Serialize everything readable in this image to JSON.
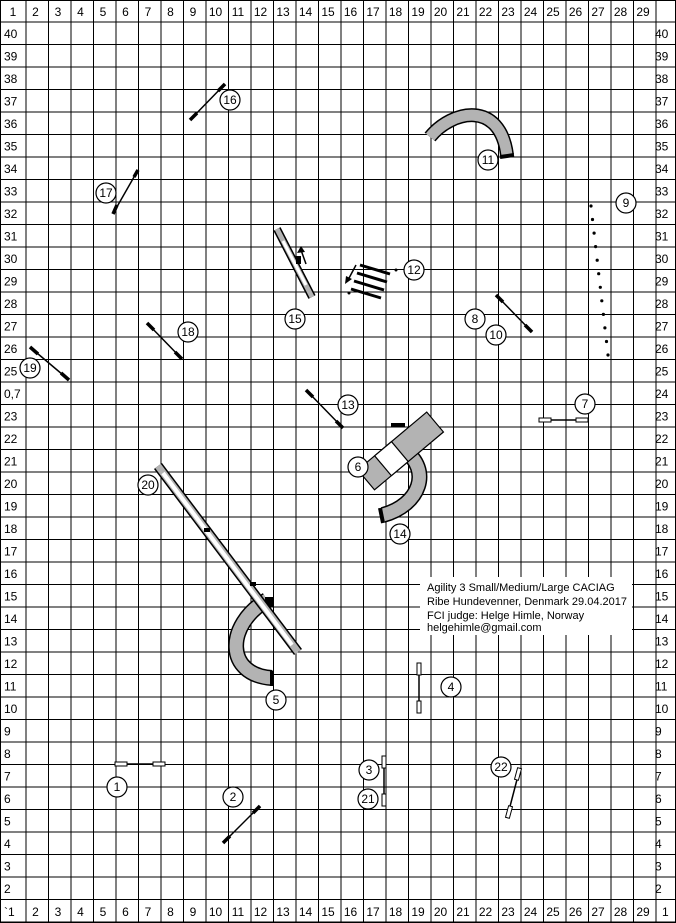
{
  "x_axis_labels": [
    "1",
    "2",
    "3",
    "4",
    "5",
    "6",
    "7",
    "8",
    "9",
    "10",
    "11",
    "12",
    "13",
    "14",
    "15",
    "16",
    "17",
    "18",
    "19",
    "20",
    "21",
    "22",
    "23",
    "24",
    "25",
    "26",
    "27",
    "28",
    "29"
  ],
  "y_axis_labels_left": [
    "40",
    "39",
    "38",
    "37",
    "36",
    "35",
    "34",
    "33",
    "32",
    "31",
    "30",
    "29",
    "28",
    "27",
    "26",
    "25",
    "0,7",
    "23",
    "22",
    "21",
    "20",
    "19",
    "18",
    "17",
    "16",
    "15",
    "14",
    "13",
    "12",
    "11",
    "10",
    "9",
    "8",
    "7",
    "6",
    "5",
    "4",
    "3",
    "2"
  ],
  "y_axis_labels_right": [
    "40",
    "39",
    "38",
    "37",
    "36",
    "35",
    "34",
    "33",
    "32",
    "31",
    "30",
    "29",
    "28",
    "27",
    "26",
    "25",
    "24",
    "23",
    "22",
    "21",
    "20",
    "19",
    "18",
    "17",
    "16",
    "15",
    "14",
    "13",
    "12",
    "11",
    "10",
    "9",
    "8",
    "7",
    "6",
    "5",
    "4",
    "3",
    "2"
  ],
  "bottom_corner_left": "`1",
  "bottom_corner_right": "1",
  "info_box": {
    "line1": "Agility 3 Small/Medium/Large CACIAG",
    "line2": "Ribe Hundevenner, Denmark 29.04.2017",
    "line3": "FCI judge: Helge Himle, Norway",
    "line4": "helgehimle@gmail.com"
  },
  "obstacle_numbers": [
    "1",
    "2",
    "3",
    "4",
    "5",
    "6",
    "7",
    "8",
    "9",
    "10",
    "11",
    "12",
    "13",
    "14",
    "15",
    "16",
    "17",
    "18",
    "19",
    "20",
    "21",
    "22"
  ],
  "colors": {
    "grid": "#000000",
    "tunnel": "#b3b3b3",
    "outline": "#000000",
    "background": "#ffffff"
  }
}
